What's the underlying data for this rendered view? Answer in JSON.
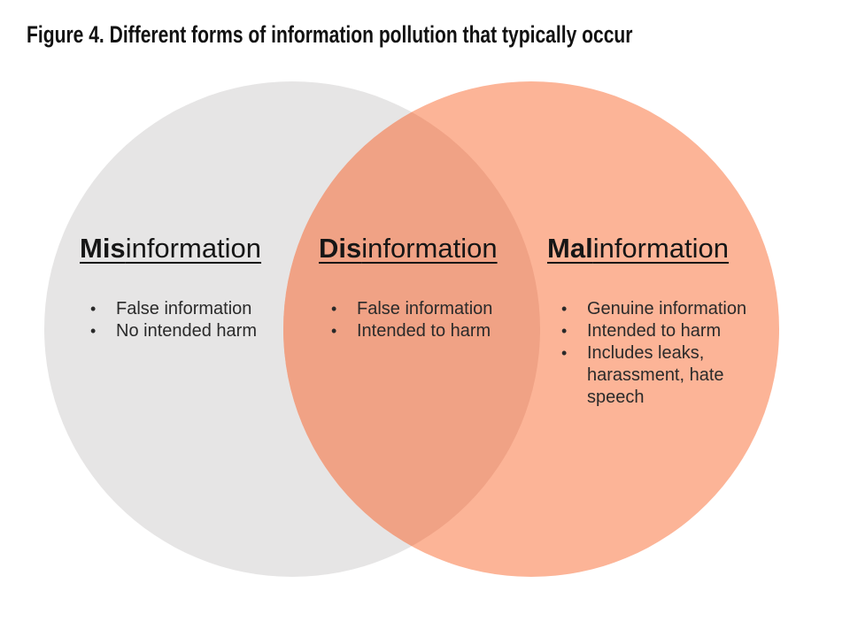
{
  "title": "Figure 4. Different forms of information pollution that typically occur",
  "colors": {
    "left_circle": "#E6E5E5",
    "right_circle": "#FCB497",
    "overlap": "#F0A285"
  },
  "venn": {
    "sections": [
      {
        "name": "misinformation",
        "heading_bold": "Mis",
        "heading_rest": "information",
        "bullets": [
          "False information",
          "No intended harm"
        ]
      },
      {
        "name": "disinformation",
        "heading_bold": "Dis",
        "heading_rest": "information",
        "bullets": [
          "False information",
          "Intended to harm"
        ]
      },
      {
        "name": "malinformation",
        "heading_bold": "Mal",
        "heading_rest": "information",
        "bullets": [
          "Genuine information",
          "Intended to harm",
          "Includes leaks, harassment, hate speech"
        ]
      }
    ]
  },
  "bullet_glyph": "•"
}
